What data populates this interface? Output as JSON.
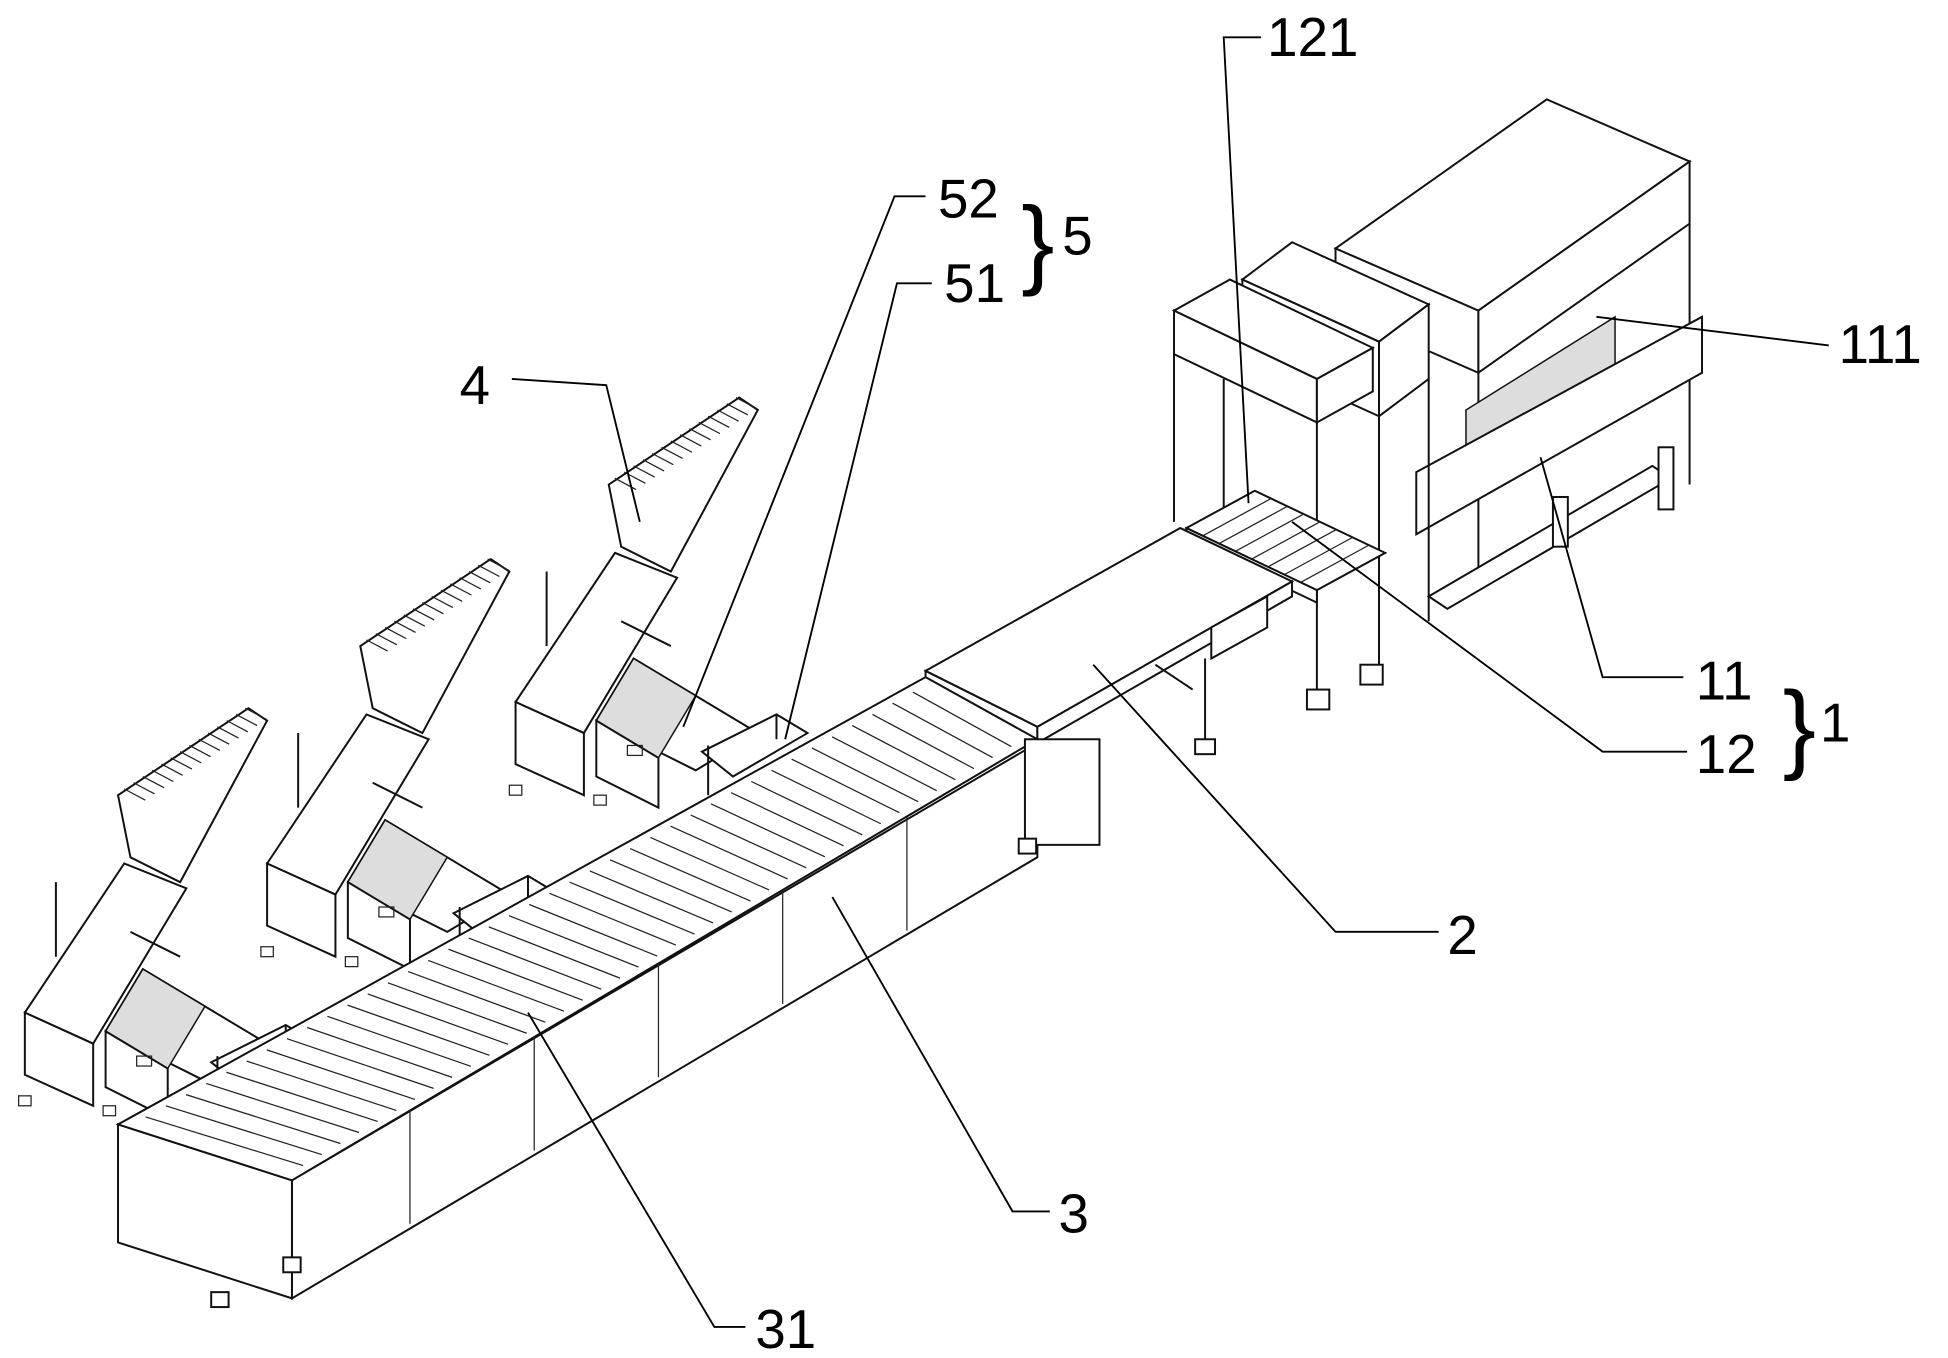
{
  "labels": {
    "l121": "121",
    "l52": "52",
    "l51": "51",
    "l5": "5",
    "l4": "4",
    "l111": "111",
    "l11": "11",
    "l12": "12",
    "l1": "1",
    "l2": "2",
    "l3": "3",
    "l31": "31"
  },
  "brace_glyph": "}"
}
